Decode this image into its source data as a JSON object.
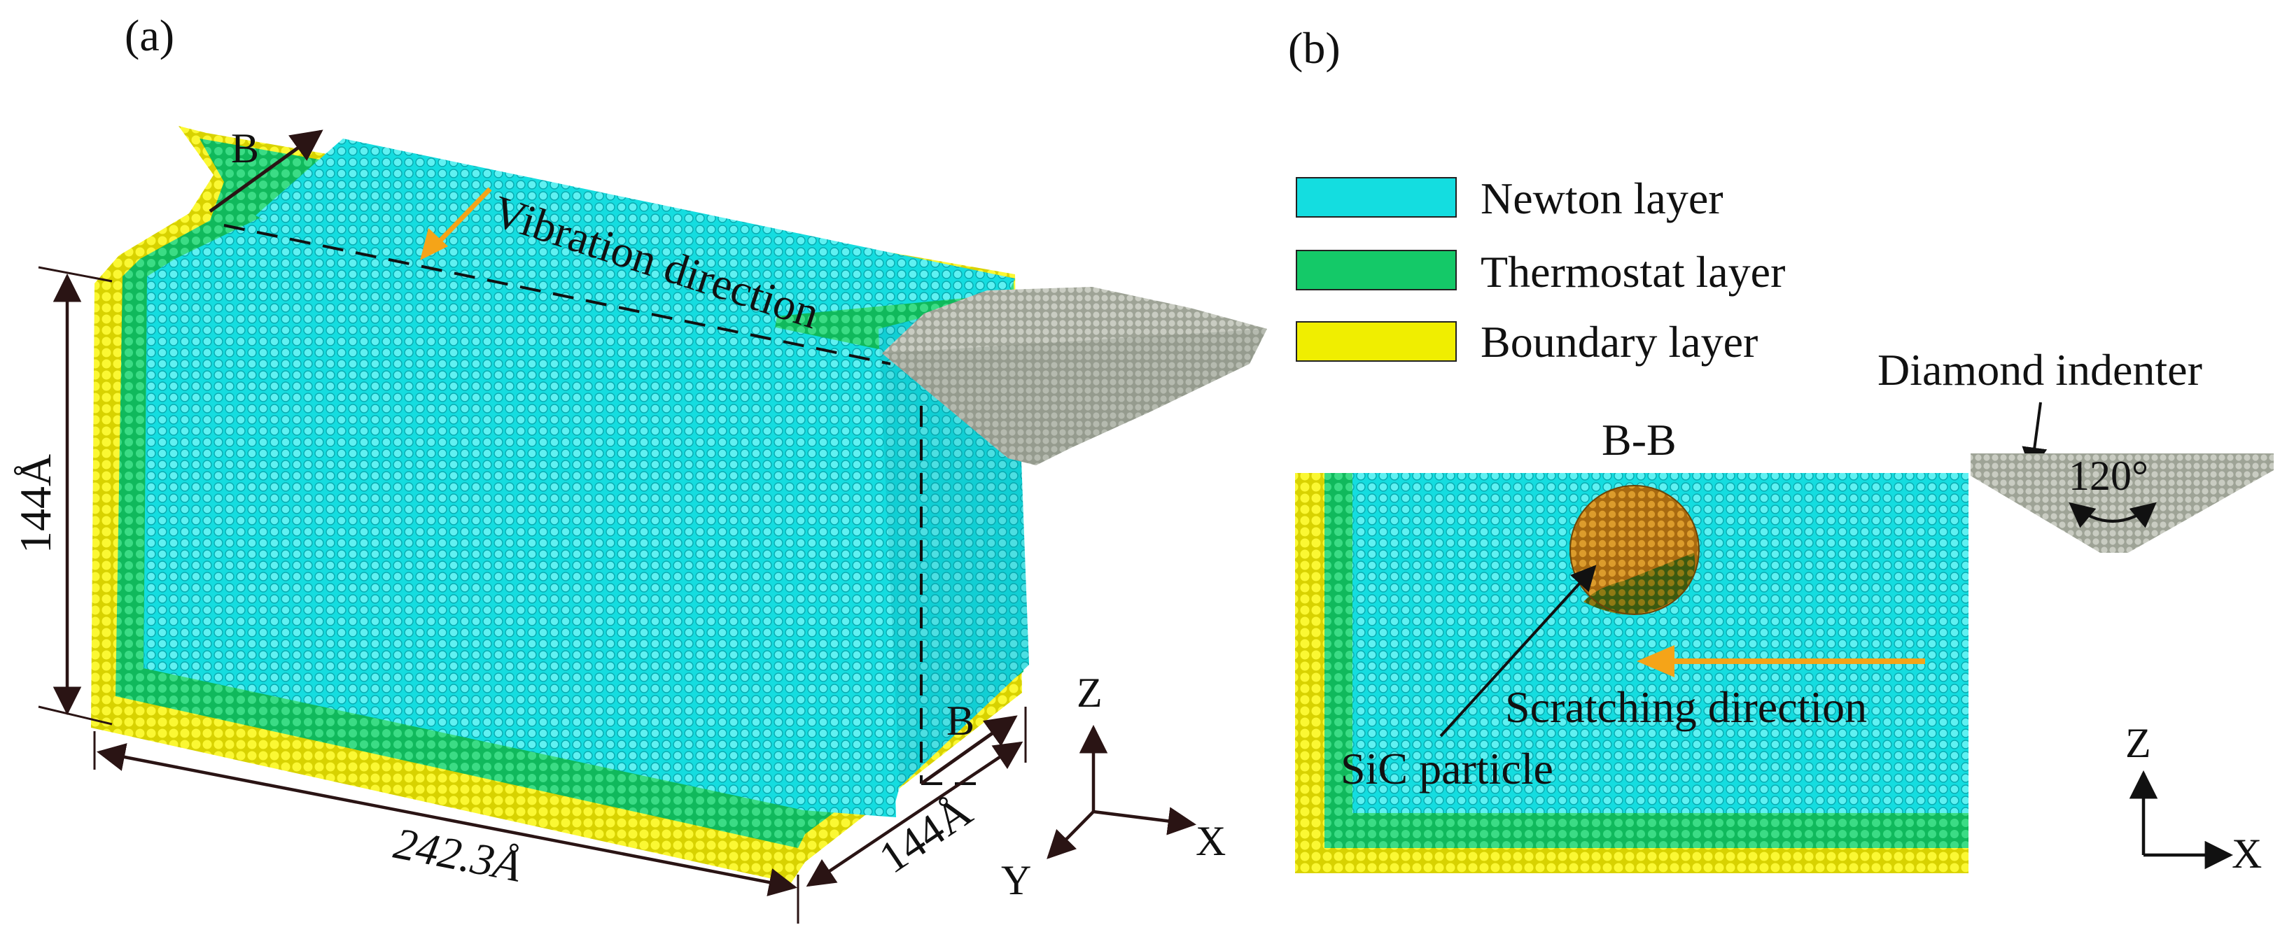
{
  "panel_a": {
    "label": "(a)",
    "section_mark_top": "B",
    "section_mark_bottom": "B",
    "vibration_label": "Vibration direction",
    "dim_height": "144Å",
    "dim_length": "242.3Å",
    "dim_depth": "144Å",
    "axes": {
      "z": "Z",
      "x": "X",
      "y": "Y"
    }
  },
  "panel_b": {
    "label": "(b)",
    "section_title": "B-B",
    "indenter_label": "Diamond indenter",
    "indenter_angle": "120°",
    "particle_label": "SiC particle",
    "scratch_label": "Scratching direction",
    "axes": {
      "z": "Z",
      "x": "X"
    }
  },
  "legend": [
    {
      "label": "Newton layer",
      "color": "#14dde0"
    },
    {
      "label": "Thermostat layer",
      "color": "#14c968"
    },
    {
      "label": "Boundary layer",
      "color": "#f0ee00"
    }
  ],
  "colors": {
    "newton": "#14dde0",
    "thermostat": "#14c968",
    "boundary": "#f0ee00",
    "indenter": "#b3b8ad",
    "particle": "#c98a1e",
    "arrow_orange": "#f5a418",
    "dim_line": "#2a1414"
  }
}
